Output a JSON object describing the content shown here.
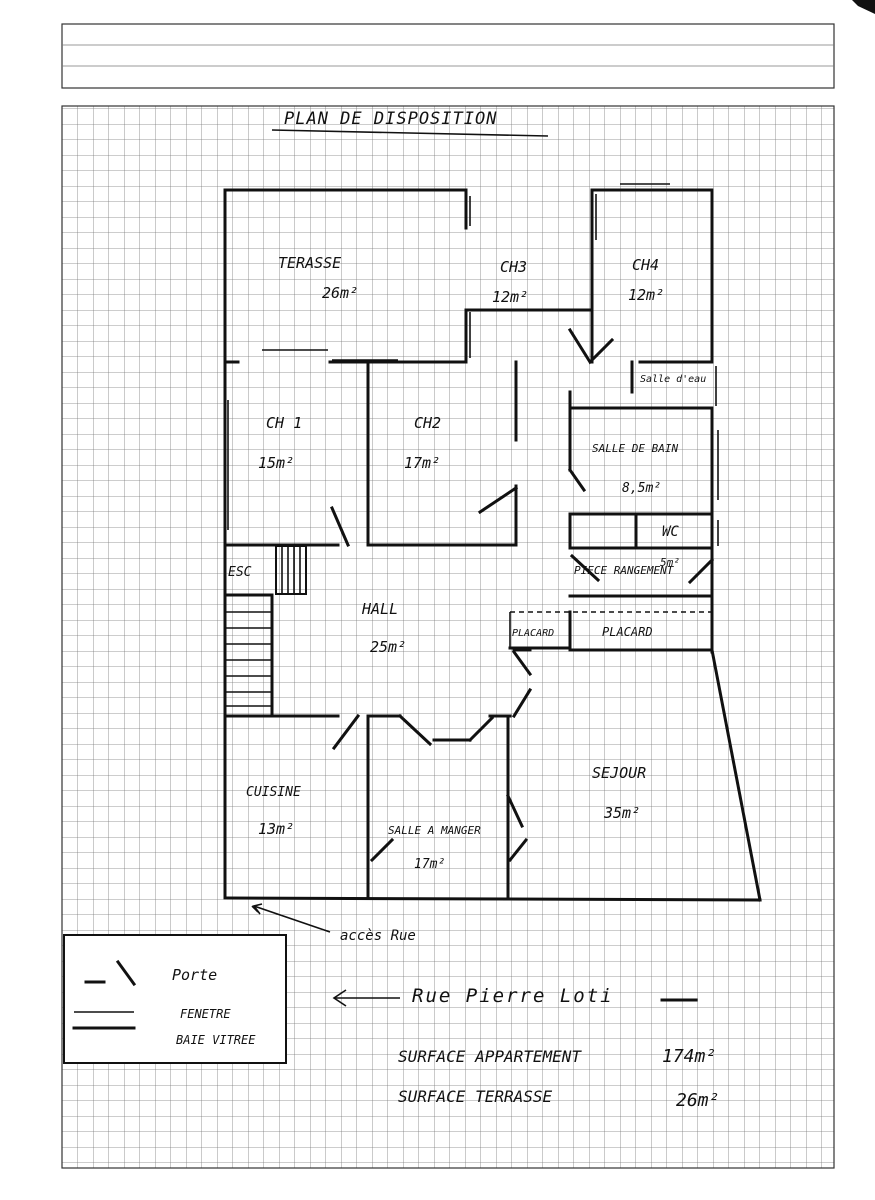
{
  "title": "PLAN DE DISPOSITION",
  "rooms": {
    "terasse": {
      "name": "TERASSE",
      "area": "26m²"
    },
    "ch3": {
      "name": "CH3",
      "area": "12m²"
    },
    "ch4": {
      "name": "CH4",
      "area": "12m²"
    },
    "salle_eau": {
      "name": "Salle d'eau"
    },
    "ch1": {
      "name": "CH 1",
      "area": "15m²"
    },
    "ch2": {
      "name": "CH2",
      "area": "17m²"
    },
    "salle_bain": {
      "name": "SALLE DE BAIN",
      "area": "8,5m²"
    },
    "wc": {
      "name": "WC"
    },
    "piece_rangement": {
      "name": "PIECE RANGEMENT",
      "area": "5m²"
    },
    "esc": {
      "name": "ESC"
    },
    "placard_left": {
      "name": "PLACARD"
    },
    "placard_right": {
      "name": "PLACARD"
    },
    "hall": {
      "name": "HALL",
      "area": "25m²"
    },
    "cuisine": {
      "name": "CUISINE",
      "area": "13m²"
    },
    "salle_manger": {
      "name": "SALLE A MANGER",
      "area": "17m²"
    },
    "sejour": {
      "name": "SEJOUR",
      "area": "35m²"
    }
  },
  "access_label": "accès Rue",
  "street_label": "Rue Pierre Loti",
  "legend": {
    "porte": "Porte",
    "fenetre": "FENETRE",
    "baie": "BAIE VITREE"
  },
  "surface_appartement": {
    "label": "SURFACE APPARTEMENT",
    "value": "174m²"
  },
  "surface_terrasse": {
    "label": "SURFACE TERRASSE",
    "value": "26m²"
  }
}
